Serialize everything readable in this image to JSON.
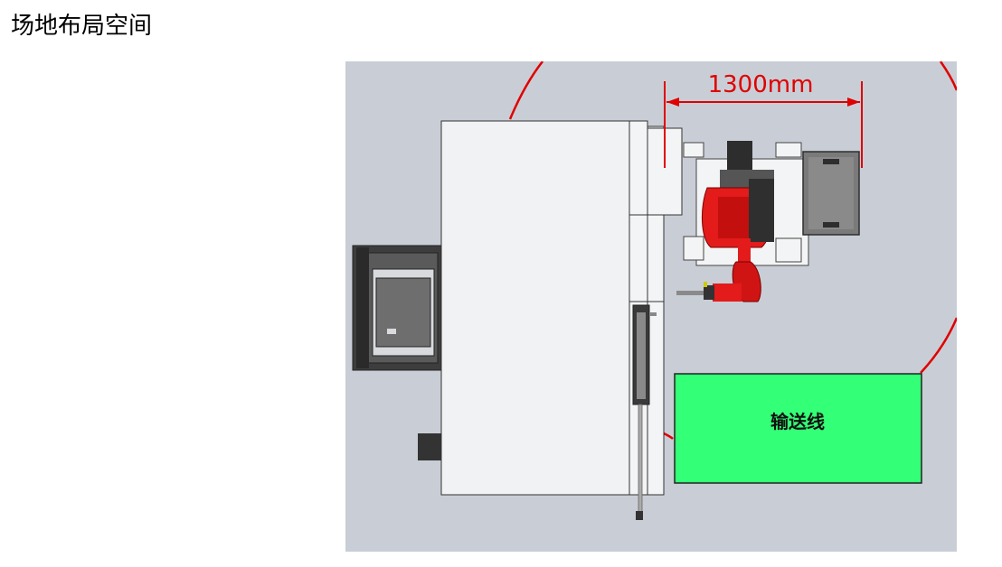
{
  "page": {
    "title": "场地布局空间"
  },
  "diagram": {
    "dimension_label": "1300mm",
    "conveyor_label": "输送线",
    "colors": {
      "background": "#c9ced6",
      "machine": "#f1f2f3",
      "outline": "#333333",
      "robot": "#e31b1b",
      "dimension": "#e00000",
      "conveyor": "#33ff77",
      "dark_part": "#4a4a4a"
    }
  }
}
